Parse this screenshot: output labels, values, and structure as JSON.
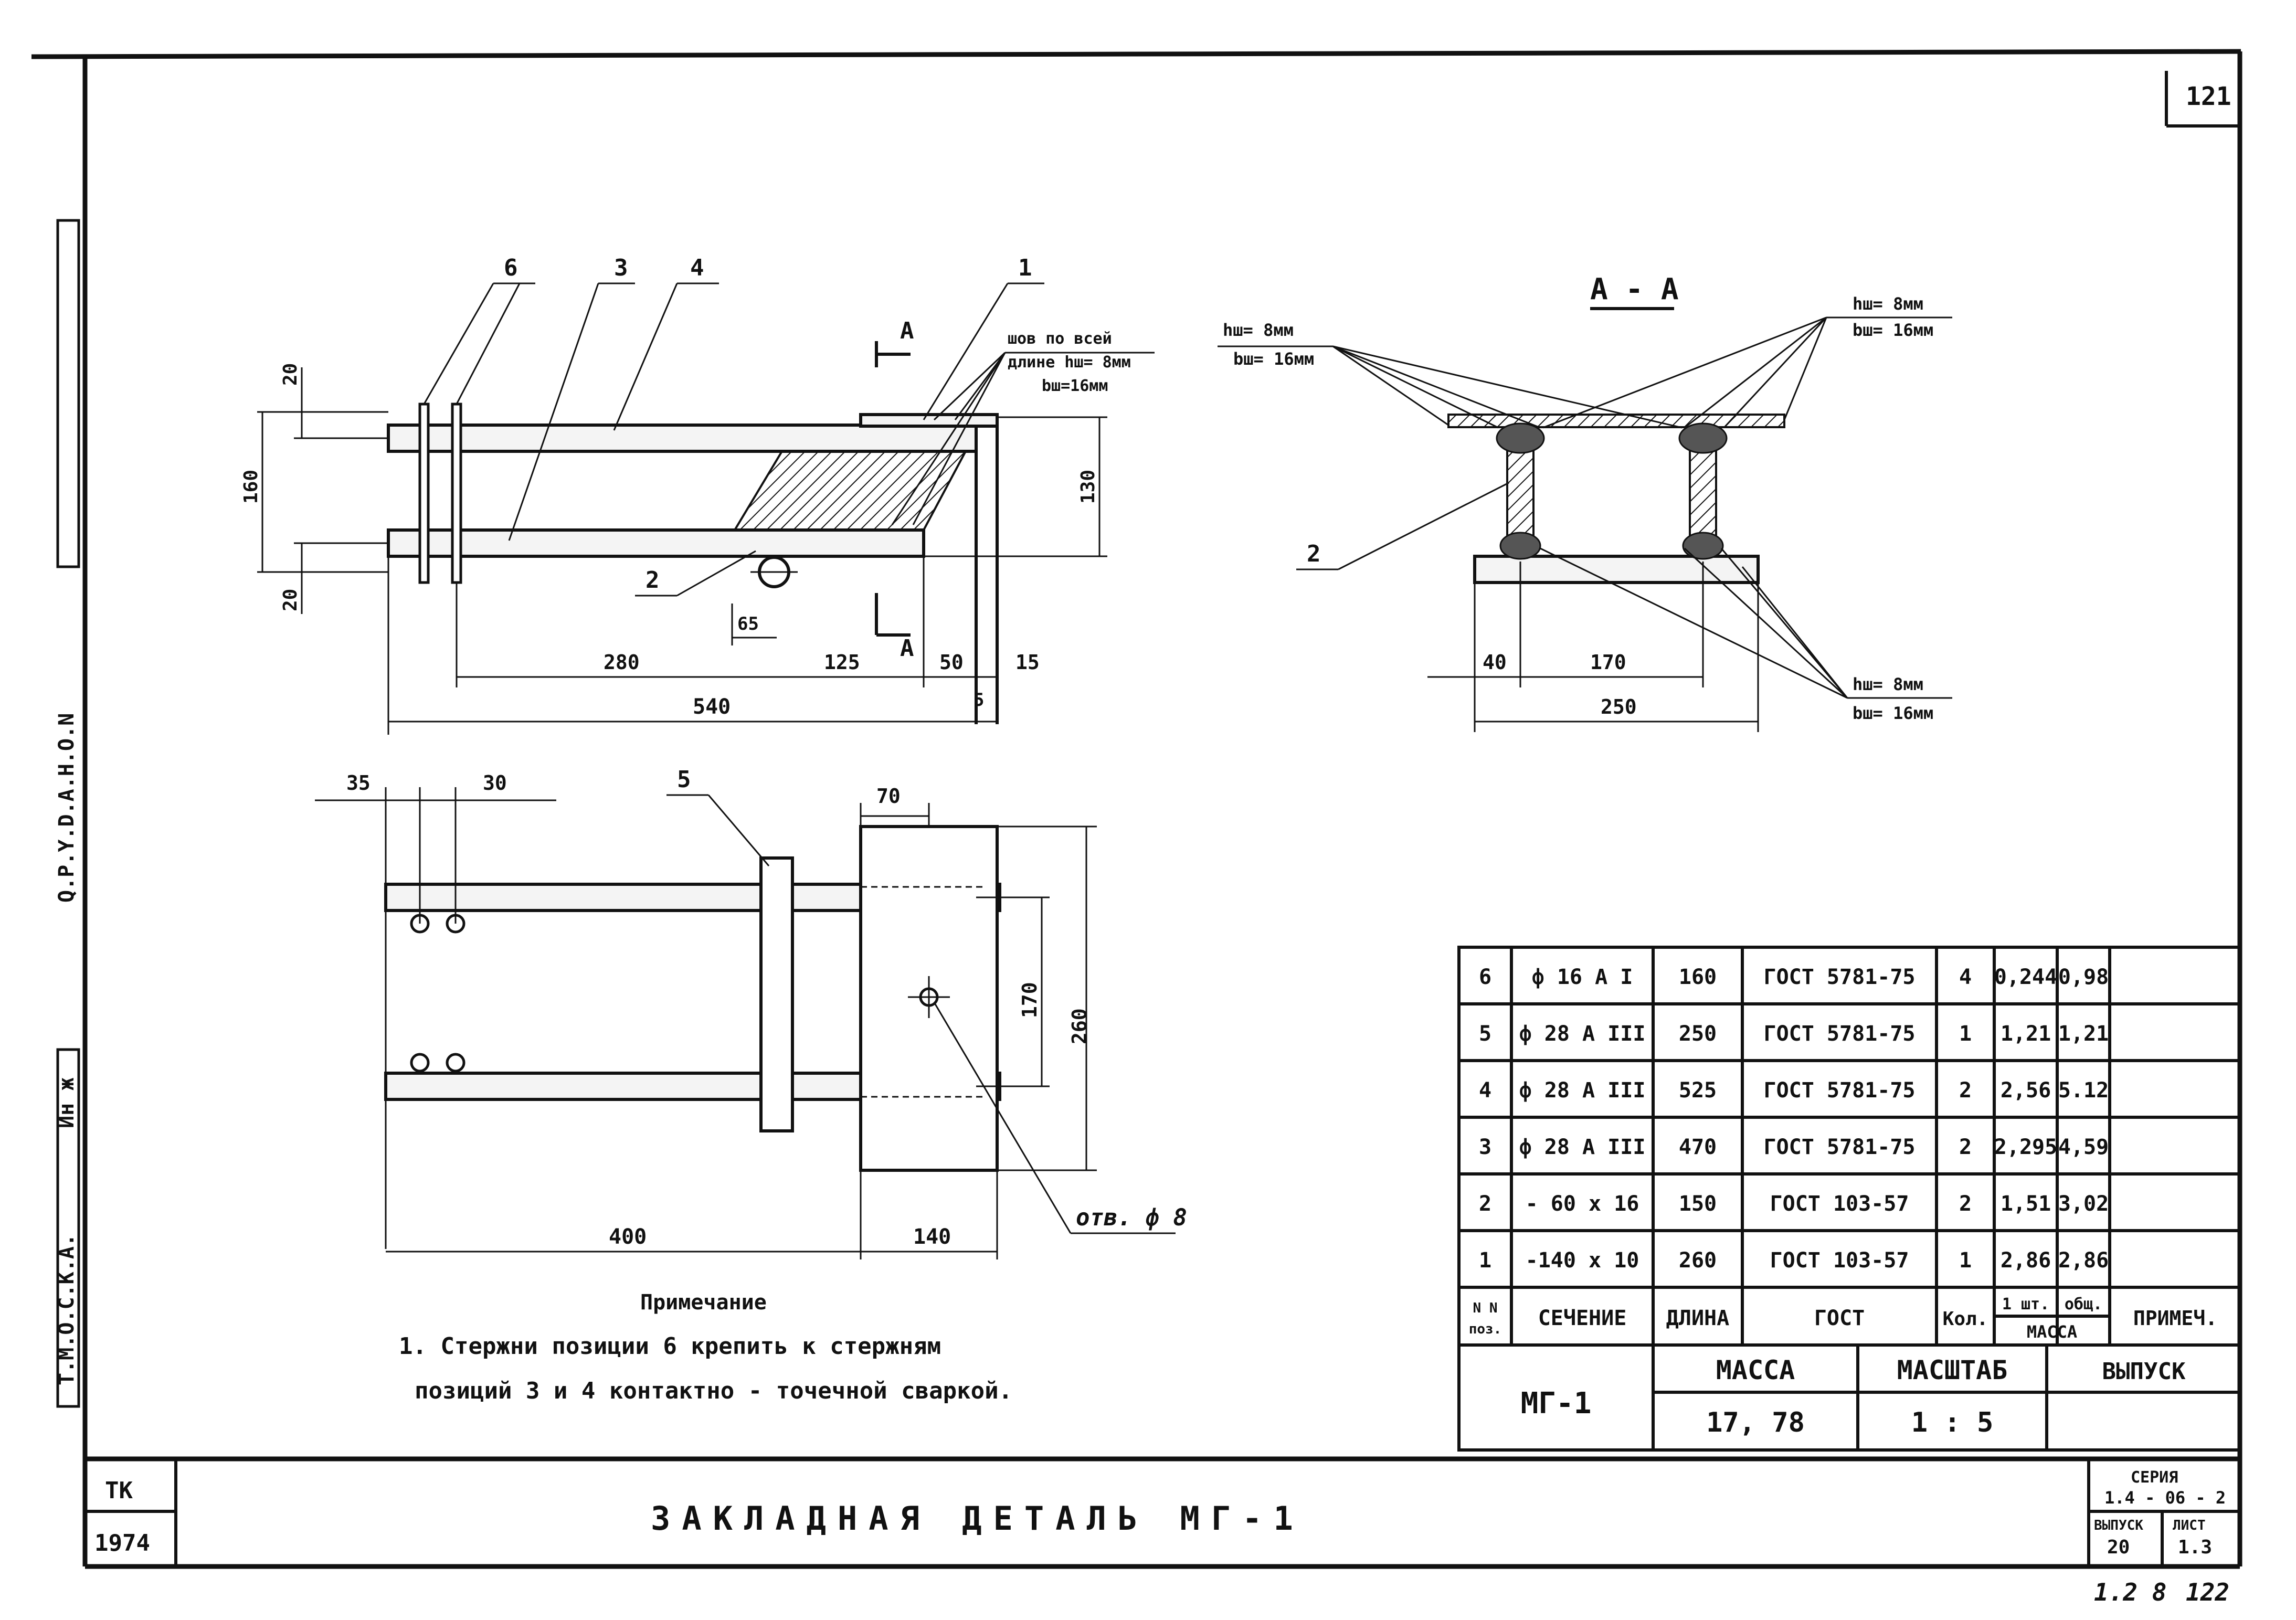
{
  "page_number": "121",
  "page_number_bottom": [
    "1.2 8",
    "122"
  ],
  "side_stamp": [
    "T.M.O.C.K.A.",
    "Q.P.Y.D.A.H.O.N",
    "Ин ж"
  ],
  "views": {
    "top_view": {
      "callouts": [
        "6",
        "3",
        "4",
        "1",
        "2"
      ],
      "section_marks": [
        "А",
        "А"
      ],
      "weld_note": [
        "шов по всей",
        "длине hш= 8мм",
        "bш=16мм"
      ],
      "dims": {
        "h_top": "20",
        "h_total": "160",
        "h_bot": "20",
        "h_right": "130",
        "d65": "65",
        "d280": "280",
        "d125": "125",
        "d50": "50",
        "d15": "15",
        "d5": "5",
        "d540": "540"
      }
    },
    "section_aa": {
      "title": "А - А",
      "weld_left": [
        "hш= 8мм",
        "bш= 16мм"
      ],
      "weld_right": [
        "hш= 8мм",
        "bш= 16мм"
      ],
      "weld_bottom": [
        "hш= 8мм",
        "bш= 16мм"
      ],
      "callout": "2",
      "dims": {
        "d40": "40",
        "d170": "170",
        "d250": "250"
      }
    },
    "plan_view": {
      "callout": "5",
      "dims": {
        "d35": "35",
        "d30": "30",
        "d70": "70",
        "d170": "170",
        "d260": "260",
        "d400": "400",
        "d140": "140"
      },
      "hole_label": "отв. ф 8"
    }
  },
  "note": {
    "title": "Примечание",
    "line1": "1. Стержни позиции 6 крепить к стержням",
    "line2": "позиций 3 и 4 контактно - точечной сваркой."
  },
  "spec_table": {
    "rows": [
      {
        "pos": "6",
        "section": "ф 16 А I",
        "length": "160",
        "gost": "ГОСТ 5781-75",
        "qty": "4",
        "mass_one": "0,244",
        "mass_total": "0,98",
        "note": ""
      },
      {
        "pos": "5",
        "section": "ф 28 А III",
        "length": "250",
        "gost": "ГОСТ 5781-75",
        "qty": "1",
        "mass_one": "1,21",
        "mass_total": "1,21",
        "note": ""
      },
      {
        "pos": "4",
        "section": "ф 28 А III",
        "length": "525",
        "gost": "ГОСТ 5781-75",
        "qty": "2",
        "mass_one": "2,56",
        "mass_total": "5.12",
        "note": ""
      },
      {
        "pos": "3",
        "section": "ф 28 А III",
        "length": "470",
        "gost": "ГОСТ 5781-75",
        "qty": "2",
        "mass_one": "2,295",
        "mass_total": "4,59",
        "note": ""
      },
      {
        "pos": "2",
        "section": "- 60 х 16",
        "length": "150",
        "gost": "ГОСТ 103-57",
        "qty": "2",
        "mass_one": "1,51",
        "mass_total": "3,02",
        "note": ""
      },
      {
        "pos": "1",
        "section": "-140 х 10",
        "length": "260",
        "gost": "ГОСТ 103-57",
        "qty": "1",
        "mass_one": "2,86",
        "mass_total": "2,86",
        "note": ""
      }
    ],
    "header": {
      "pos": "N N поз.",
      "section": "СЕЧЕНИЕ",
      "length": "ДЛИНА",
      "gost": "ГОСТ",
      "qty": "Кол.",
      "mass_one": "1 шт.",
      "mass_total": "общ.",
      "mass": "МАССА",
      "note": "ПРИМЕЧ."
    },
    "summary": {
      "mark": "МГ-1",
      "mass_label": "МАССА",
      "mass_value": "17, 78",
      "scale_label": "МАСШТАБ",
      "scale_value": "1 : 5",
      "issue_label": "ВЫПУСК",
      "issue_value": ""
    }
  },
  "title_block": {
    "org": "ТК",
    "year": "1974",
    "title": "ЗАКЛАДНАЯ ДЕТАЛЬ МГ-1",
    "series_label": "СЕРИЯ",
    "series_value": "1.4 - 06 - 2",
    "issue_label": "ВЫПУСК",
    "issue_value": "20",
    "sheet_label": "ЛИСТ",
    "sheet_value": "1.3"
  }
}
